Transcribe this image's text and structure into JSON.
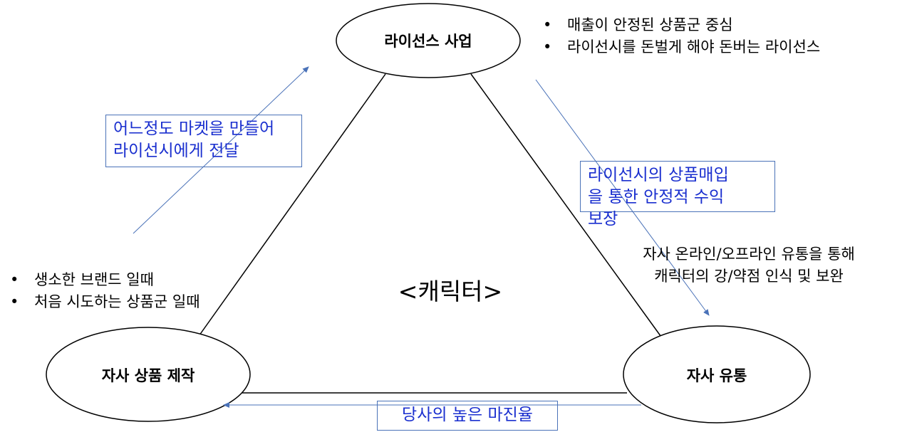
{
  "nodes": {
    "top": "라이선스 사업",
    "left": "자사 상품 제작",
    "right": "자사 유통"
  },
  "center": "<캐릭터>",
  "top_notes": [
    "매출이 안정된 상품군 중심",
    "라이선시를 돈벌게 해야 돈버는 라이선스"
  ],
  "left_notes": [
    "생소한 브랜드 일때",
    "처음 시도하는 상품군 일때"
  ],
  "right_notes": [
    "자사 온라인/오프라인 유통을 통해",
    "캐릭터의 강/약점 인식 및 보완"
  ],
  "boxes": {
    "left_to_top": [
      "어느정도 마켓을 만들어",
      "라이선시에게 전달"
    ],
    "top_to_right": [
      "라이선시의 상품매입",
      "을 통한 안정적 수익",
      "보장"
    ],
    "right_to_left": [
      "당사의 높은 마진율"
    ]
  },
  "colors": {
    "arrow": "#4a72b8",
    "box_text": "#1a2fcf",
    "line": "#000000"
  }
}
